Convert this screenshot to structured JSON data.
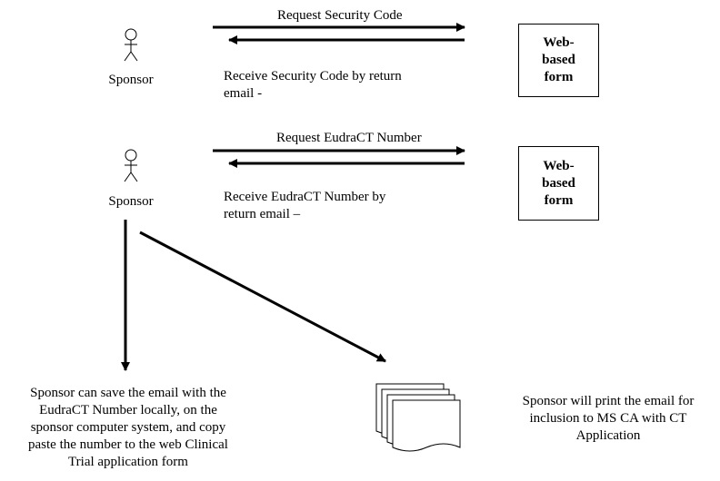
{
  "flow1": {
    "actor": "Sponsor",
    "request": "Request Security Code",
    "receive": "Receive Security Code by return\nemail -",
    "box": "Web-\nbased\nform"
  },
  "flow2": {
    "actor": "Sponsor",
    "request": "Request EudraCT Number",
    "receive": "Receive EudraCT Number by\nreturn email –",
    "box": "Web-\nbased\nform"
  },
  "outcomes": {
    "save_note": "Sponsor can save the email with the\nEudraCT Number locally, on the\nsponsor computer system, and copy\npaste the number to the web Clinical\nTrial application form",
    "print_note": "Sponsor will print the email for\ninclusion to MS CA with CT\nApplication"
  },
  "icons": {
    "actor": "stick-figure-icon",
    "document": "document-stack-icon"
  }
}
